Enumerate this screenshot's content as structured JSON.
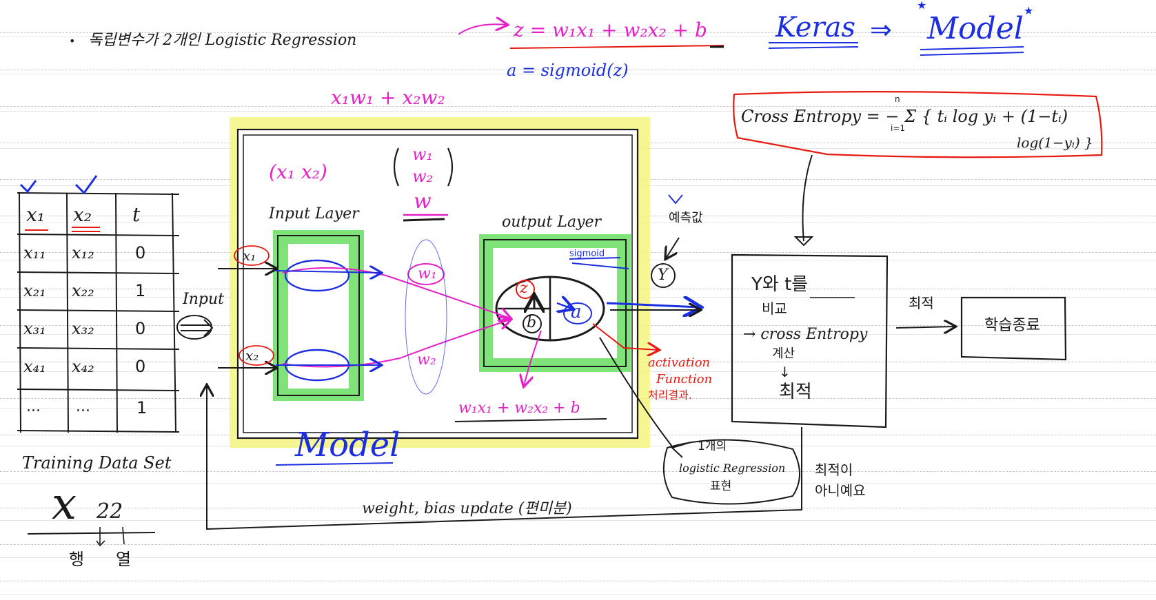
{
  "header": {
    "bullet": "•",
    "title": "독립변수가 2개인 Logistic Regression",
    "z_formula": "z = w₁x₁ + w₂x₂ + b",
    "a_formula": "a = sigmoid(z)",
    "keras": "Keras",
    "arrow": "⇒",
    "model": "Model",
    "star": "★"
  },
  "cross_entropy": {
    "line1": "Cross Entropy = − Σ { tᵢ log yᵢ + (1−tᵢ)",
    "line2": "log(1−yᵢ) }",
    "sum_top": "n",
    "sum_bottom": "i=1"
  },
  "table": {
    "headers": [
      "x₁",
      "x₂",
      "t"
    ],
    "rows": [
      [
        "x₁₁",
        "x₁₂",
        "0"
      ],
      [
        "x₂₁",
        "x₂₂",
        "1"
      ],
      [
        "x₃₁",
        "x₃₂",
        "0"
      ],
      [
        "x₄₁",
        "x₄₂",
        "0"
      ],
      [
        "...",
        "...",
        "1"
      ]
    ],
    "caption": "Training Data Set"
  },
  "notation": {
    "symbol": "x",
    "subscript": "22",
    "row_label": "행",
    "col_label": "열"
  },
  "model_box": {
    "top_formula": "x₁w₁ + x₂w₂",
    "inputs_label": "(x₁  x₂)",
    "weight_vector_1": "w₁",
    "weight_vector_2": "w₂",
    "weight_symbol": "w",
    "input_layer": "Input Layer",
    "output_layer": "output Layer",
    "x1": "x₁",
    "x2": "x₂",
    "w1": "w₁",
    "w2": "w₂",
    "z": "z",
    "b": "b",
    "a": "a",
    "sigmoid": "sigmoid",
    "sum_formula": "w₁x₁ + w₂x₂ + b",
    "model_label": "Model"
  },
  "input_arrow_label": "Input",
  "prediction": {
    "label": "예측값",
    "value": "Y"
  },
  "activation": {
    "line1": "activation",
    "line2": "Function",
    "line3": "처리결과."
  },
  "compare_box": {
    "line1": "Y와 t를",
    "line2": "비교",
    "line3": "→ cross Entropy",
    "line4": "계산",
    "line5": "↓",
    "line6": "최적"
  },
  "optimal_label": "최적",
  "finish_box": "학습종료",
  "note": {
    "line1": "1개의",
    "line2": "logistic Regression",
    "line3": "표현"
  },
  "not_optimal": {
    "line1": "최적이",
    "line2": "아니예요"
  },
  "update_label": "weight, bias update (편미분)",
  "colors": {
    "highlight_yellow": "#f4f47a",
    "highlight_green": "#7fe37a",
    "magenta": "#e61fc8",
    "blue": "#1b2ee0",
    "red": "#e8180e"
  }
}
